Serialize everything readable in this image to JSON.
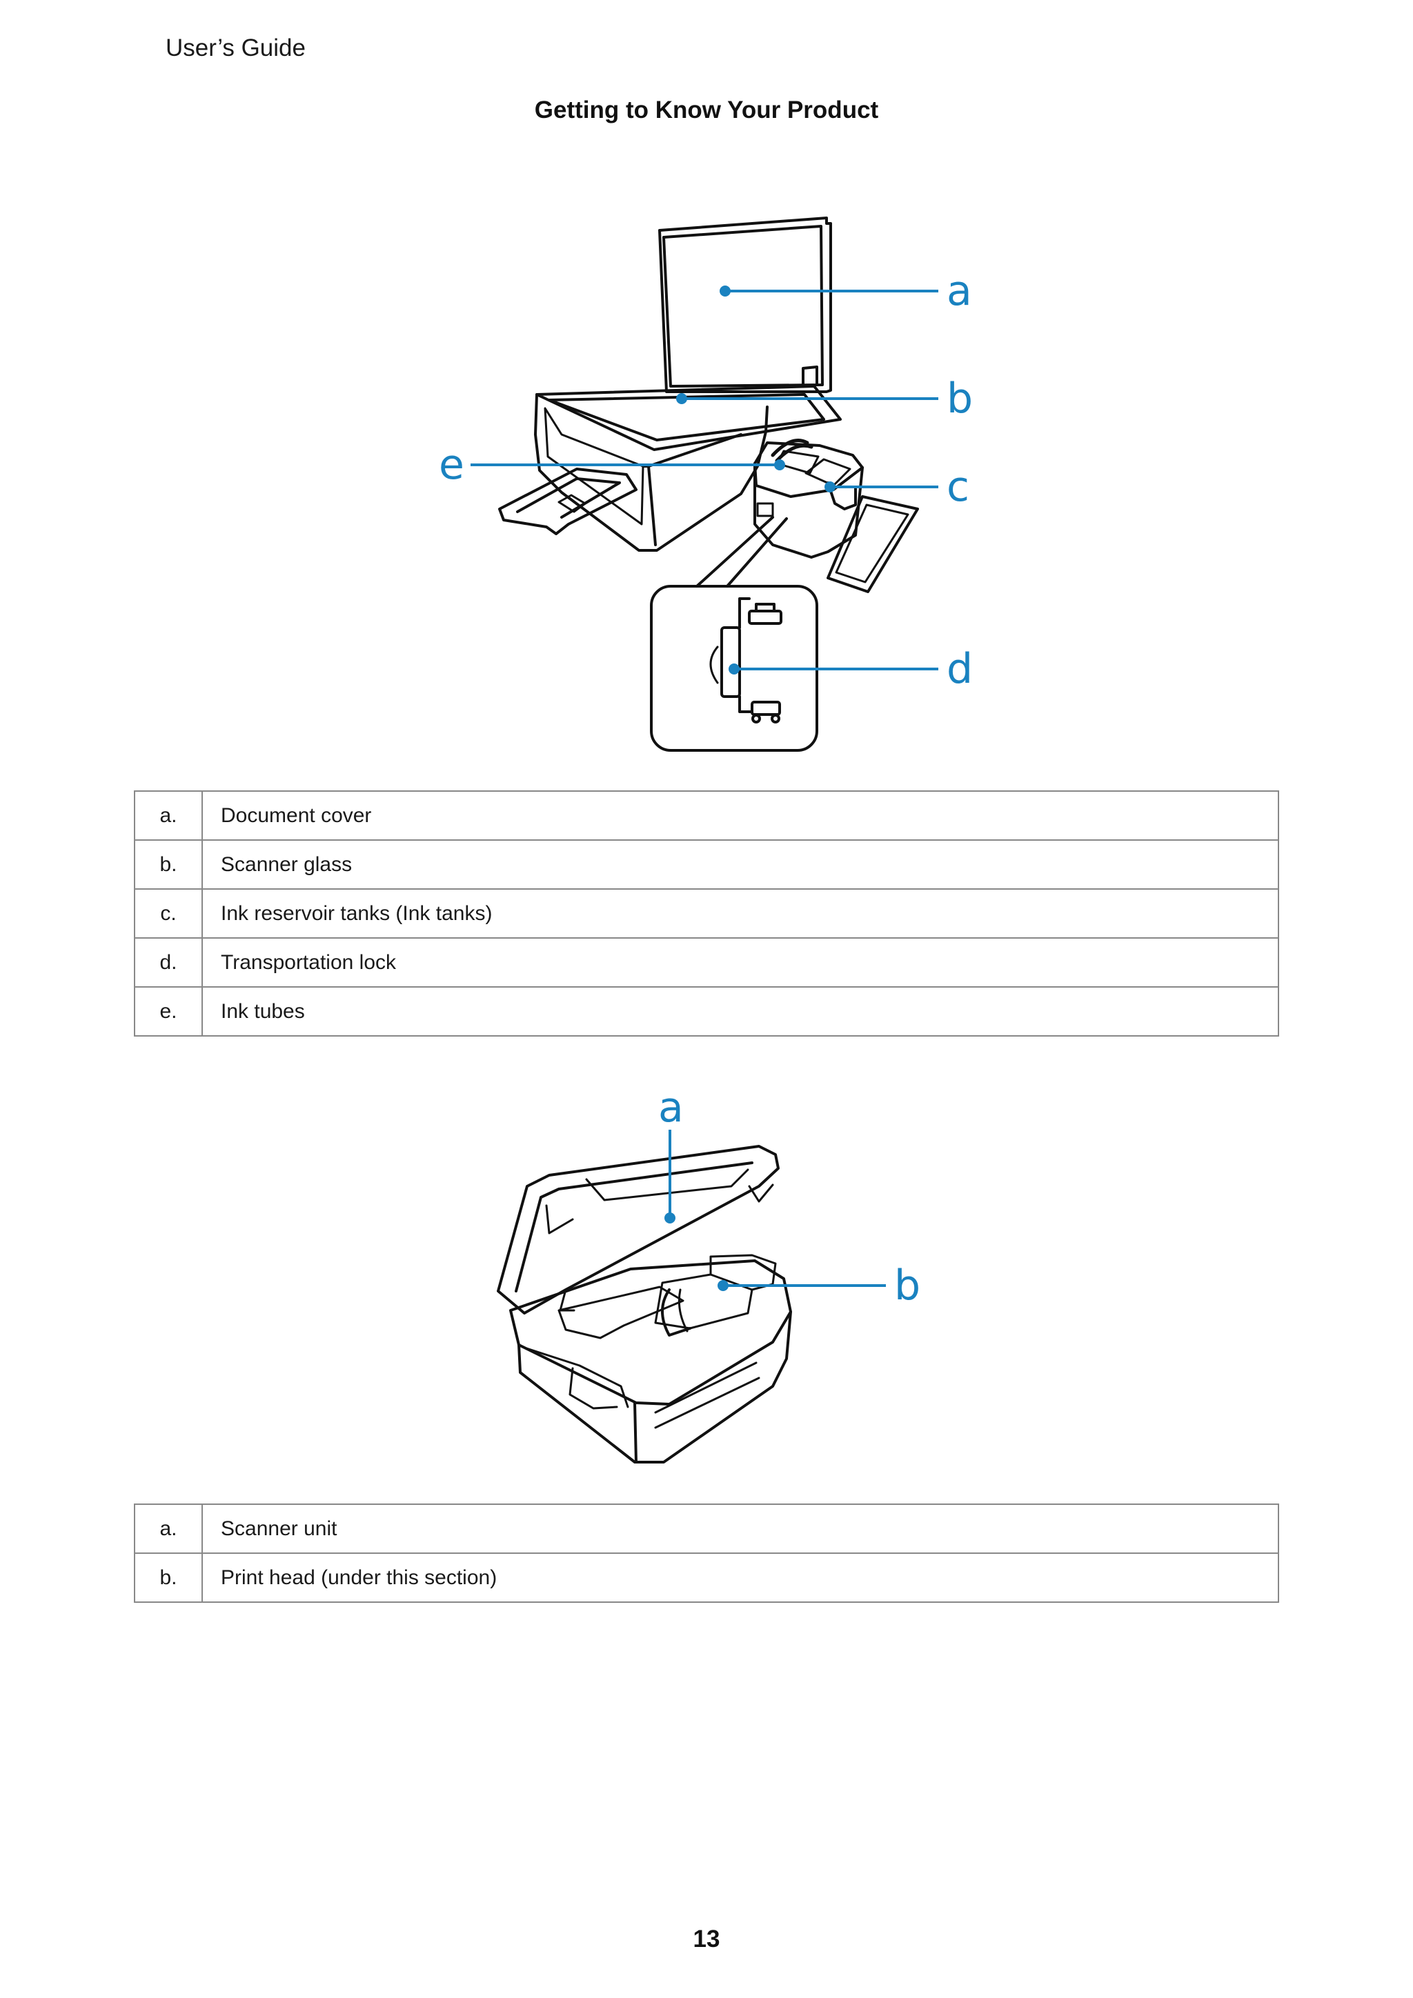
{
  "header": {
    "running_title": "User’s Guide",
    "section_title": "Getting to Know Your Product"
  },
  "figure1": {
    "callouts": [
      "a",
      "b",
      "c",
      "d",
      "e"
    ]
  },
  "table1": {
    "rows": [
      {
        "letter": "a.",
        "label": "Document cover"
      },
      {
        "letter": "b.",
        "label": "Scanner glass"
      },
      {
        "letter": "c.",
        "label": "Ink reservoir tanks (Ink tanks)"
      },
      {
        "letter": "d.",
        "label": "Transportation lock"
      },
      {
        "letter": "e.",
        "label": "Ink tubes"
      }
    ]
  },
  "figure2": {
    "callouts": [
      "a",
      "b"
    ]
  },
  "table2": {
    "rows": [
      {
        "letter": "a.",
        "label": "Scanner unit"
      },
      {
        "letter": "b.",
        "label": "Print head (under this section)"
      }
    ]
  },
  "footer": {
    "page_number": "13"
  },
  "colors": {
    "callout": "#1a82c0",
    "line_art": "#111111",
    "table_border": "#888888"
  }
}
